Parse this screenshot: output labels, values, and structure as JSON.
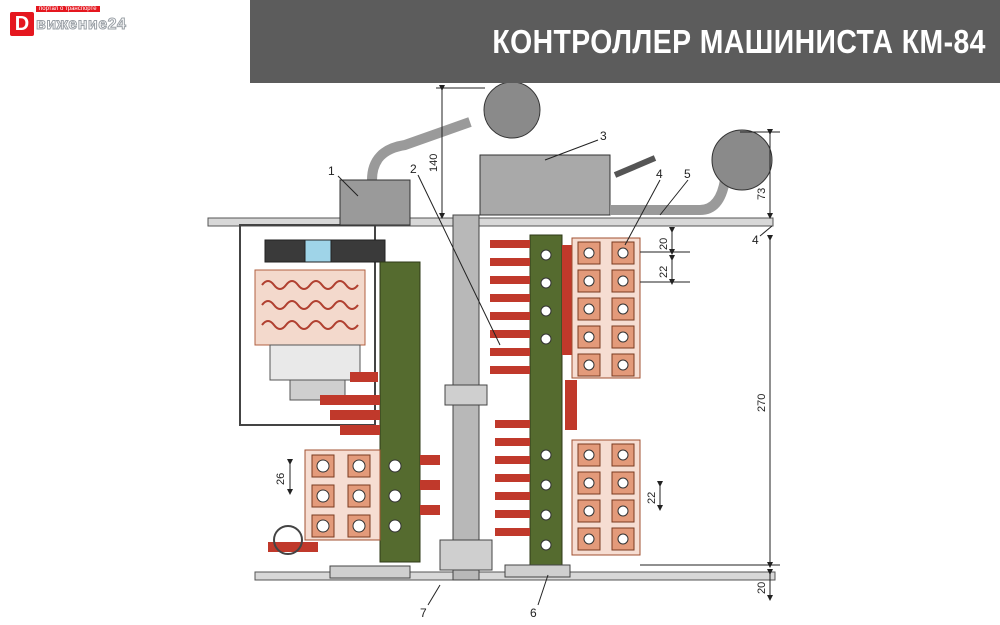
{
  "title": "КОНТРОЛЛЕР МАШИНИСТА КМ-84",
  "logo": {
    "mark": "D",
    "tagline": "портал о транспорте",
    "name": "вижение24"
  },
  "colors": {
    "title_bar": "#5c5c5c",
    "logo_red": "#e5171f",
    "shaft_green": "#556b2f",
    "contact_red": "#c0392b",
    "terminal_orange": "#e39a7a",
    "metal_gray": "#9a9a9a"
  },
  "callouts": {
    "c1": "1",
    "c2": "2",
    "c3": "3",
    "c4a": "4",
    "c4b": "4",
    "c5": "5",
    "c6": "6",
    "c7": "7"
  },
  "dimensions": {
    "d140": "140",
    "d73": "73",
    "d20_top": "20",
    "d22_top": "22",
    "d270": "270",
    "d26": "26",
    "d22_bottom": "22",
    "d20_bottom": "20"
  }
}
